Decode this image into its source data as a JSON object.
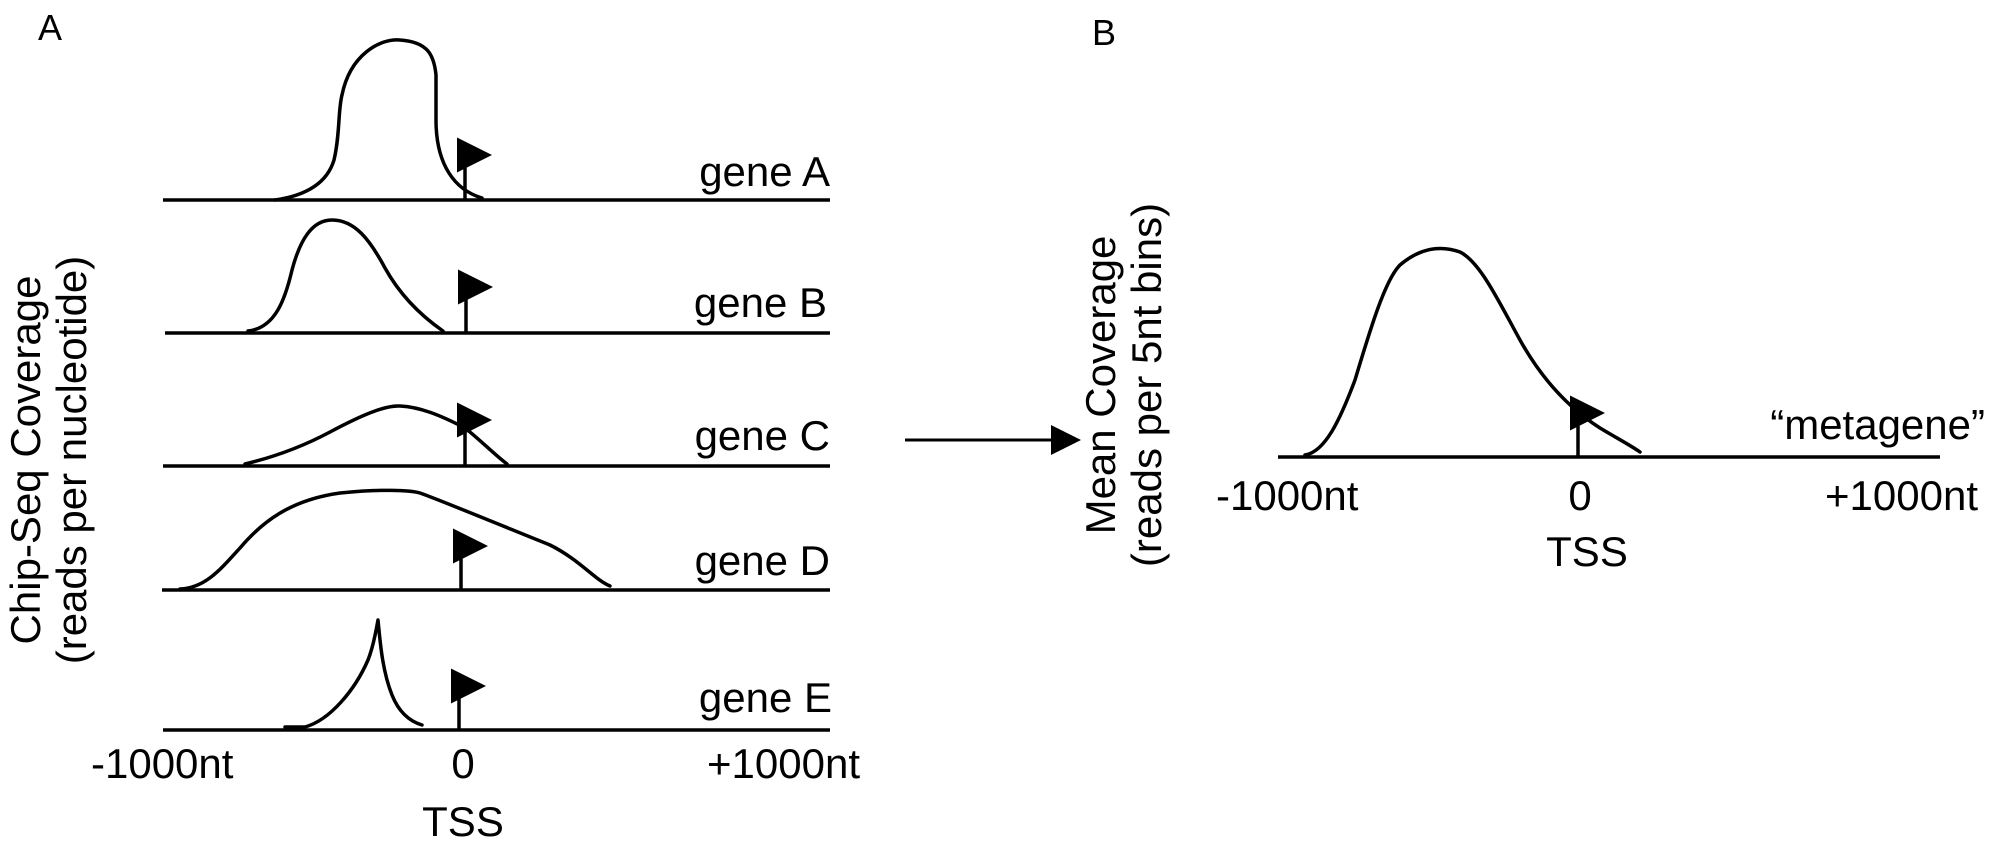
{
  "panel_a": {
    "label": "A",
    "genes": [
      "gene A",
      "gene B",
      "gene C",
      "gene D",
      "gene E"
    ],
    "ylabel_line1": "Chip-Seq Coverage",
    "ylabel_line2": "(reads per nucleotide)",
    "x_min_label": "-1000nt",
    "x_zero_label": "0",
    "x_max_label": "+1000nt",
    "tss_label": "TSS"
  },
  "panel_b": {
    "label": "B",
    "metagene_label": "“metagene”",
    "ylabel_line1": "Mean Coverage",
    "ylabel_line2": "(reads per 5nt bins)",
    "x_min_label": "-1000nt",
    "x_zero_label": "0",
    "x_max_label": "+1000nt",
    "tss_label": "TSS"
  },
  "colors": {
    "ink": "#000000",
    "background": "#ffffff"
  },
  "icons": {
    "tss_marker": "tss-arrow-icon",
    "transform_arrow": "right-arrow-icon"
  }
}
